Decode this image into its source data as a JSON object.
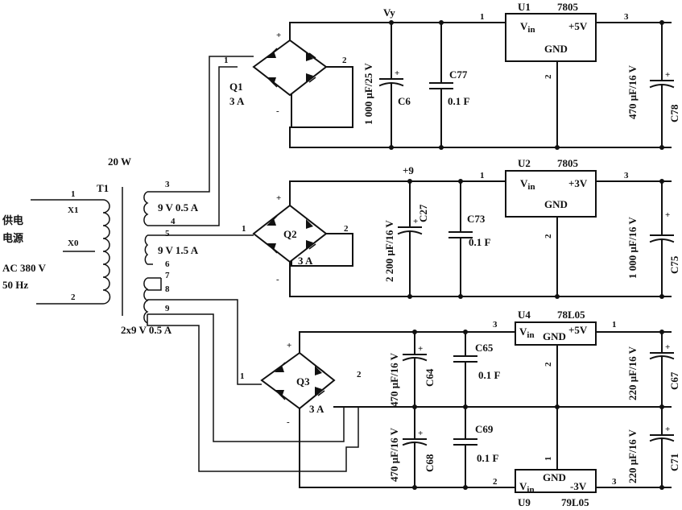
{
  "transformer": {
    "ref": "T1",
    "power": "20 W",
    "primary": {
      "pin1": "1",
      "pin2": "2",
      "tap_x1": "X1",
      "tap_x0": "X0"
    },
    "supply_label_1": "供电",
    "supply_label_2": "电源",
    "supply_voltage": "AC 380 V",
    "supply_freq": "50 Hz",
    "sec1": {
      "pin_a": "3",
      "pin_b": "4",
      "rating": "9 V 0.5 A"
    },
    "sec2": {
      "pin_a": "5",
      "pin_b": "6",
      "rating": "9 V 1.5 A"
    },
    "sec3": {
      "pin_a": "7",
      "pin_b": "8",
      "pin_c": "9",
      "rating": "2x9 V 0.5 A"
    }
  },
  "bridges": [
    {
      "ref": "Q1",
      "rating": "3 A",
      "ac1": "1",
      "ac2": "2",
      "plus": "+",
      "minus": "-"
    },
    {
      "ref": "Q2",
      "rating": "3 A",
      "ac1": "1",
      "ac2": "2",
      "plus": "+",
      "minus": "-"
    },
    {
      "ref": "Q3",
      "rating": "3 A",
      "ac1": "1",
      "ac2": "2",
      "plus": "+",
      "minus": "-"
    }
  ],
  "rails": {
    "vin1": "Vy",
    "vin2": "+9"
  },
  "capacitors": {
    "c6": {
      "ref": "C6",
      "value": "1 000 μF/25 V",
      "plus": "+"
    },
    "c77": {
      "ref": "C77",
      "value": "0.1 F"
    },
    "c78": {
      "ref": "C78",
      "value": "470 μF/16 V",
      "plus": "+"
    },
    "c27": {
      "ref": "C27",
      "value": "2 200 μF/16 V",
      "plus": "+"
    },
    "c73": {
      "ref": "C73",
      "value": "0.1 F"
    },
    "c75": {
      "ref": "C75",
      "value": "1 000 μF/16 V",
      "plus": "+"
    },
    "c64": {
      "ref": "C64",
      "value": "470 μF/16 V",
      "plus": "+"
    },
    "c65": {
      "ref": "C65",
      "value": "0.1 F"
    },
    "c67": {
      "ref": "C67",
      "value": "220 μF/16 V",
      "plus": "+"
    },
    "c68": {
      "ref": "C68",
      "value": "470 μF/16 V",
      "plus": "+"
    },
    "c69": {
      "ref": "C69",
      "value": "0.1 F"
    },
    "c71": {
      "ref": "C71",
      "value": "220 μF/16 V",
      "plus": "+"
    }
  },
  "regulators": {
    "u1": {
      "ref": "U1",
      "part": "7805",
      "vin": "V",
      "vin_sub": "in",
      "out": "+5V",
      "gnd": "GND",
      "pin_in": "1",
      "pin_gnd": "2",
      "pin_out": "3"
    },
    "u2": {
      "ref": "U2",
      "part": "7805",
      "vin": "V",
      "vin_sub": "in",
      "out": "+3V",
      "gnd": "GND",
      "pin_in": "1",
      "pin_gnd": "2",
      "pin_out": "3"
    },
    "u4": {
      "ref": "U4",
      "part": "78L05",
      "vin": "V",
      "vin_sub": "in",
      "out": "+5V",
      "gnd": "GND",
      "pin_in": "3",
      "pin_gnd": "2",
      "pin_out": "1"
    },
    "u9": {
      "ref": "U9",
      "part": "79L05",
      "vin": "V",
      "vin_sub": "in",
      "out": "-3V",
      "gnd": "GND",
      "pin_in": "2",
      "pin_gnd": "1",
      "pin_out": "3"
    }
  }
}
